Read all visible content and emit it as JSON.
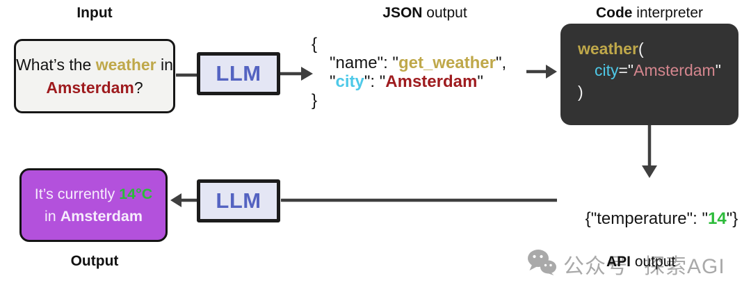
{
  "labels": {
    "input": "Input",
    "json_bold": "JSON",
    "json_rest": " output",
    "code_bold": "Code",
    "code_rest": " interpreter",
    "output": "Output",
    "api_bold": "API",
    "api_rest": " output"
  },
  "llm_label": "LLM",
  "input_box": {
    "t1": "What’s the ",
    "weather": "weather",
    "t2": " in",
    "city": "Amsterdam",
    "t3": "?"
  },
  "json_code": {
    "open": "{",
    "l1a": "\"name\": \"",
    "l1b": "get_weather",
    "l1c": "\",",
    "l2a": "\"",
    "l2b": "city",
    "l2c": "\": \"",
    "l2d": "Amsterdam",
    "l2e": "\"",
    "close": "}"
  },
  "code_box": {
    "l1a": "weather",
    "l1b": "(",
    "l2a": "city",
    "l2b": "=\"",
    "l2c": "Amsterdam",
    "l2d": "\"",
    "l3": ")"
  },
  "api_result": {
    "a": "{\"temperature\": \"",
    "b": "14",
    "c": "\"}"
  },
  "output_box": {
    "t1": "It’s currently ",
    "temp": "14°C",
    "t2": "in ",
    "city": "Amsterdam"
  },
  "watermark": {
    "icon": "wechat-icon",
    "account": "公众号",
    "name": "探索AGI"
  },
  "colors": {
    "gold": "#bfa84a",
    "dark_red": "#9e1b1e",
    "cyan": "#4ec9e8",
    "salmon": "#d4868e",
    "green": "#2cbb3a",
    "llm_blue": "#5463c1",
    "llm_bg": "#e4e6f4",
    "purple_bg": "#b351dc",
    "code_bg": "#333333",
    "input_bg": "#f3f3f1",
    "arrow": "#3f3f3f",
    "watermark_gray": "#a9a9a9",
    "box_border": "#161616",
    "purple_text": "#f6ecfc"
  }
}
